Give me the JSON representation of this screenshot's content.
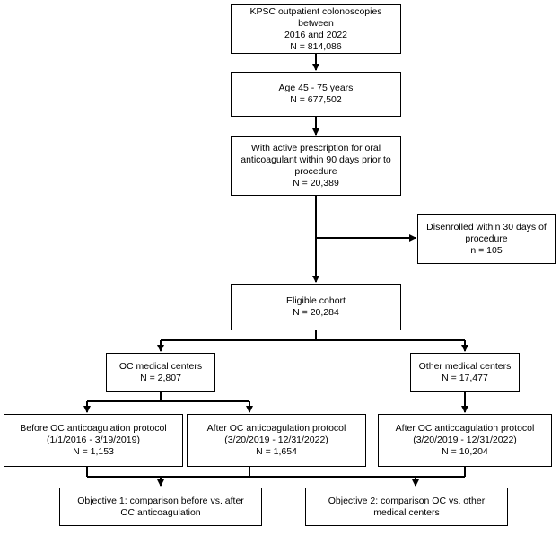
{
  "boxes": {
    "kpsc": {
      "line1": "KPSC outpatient colonoscopies between",
      "line2": "2016 and 2022",
      "n": "N = 814,086"
    },
    "age": {
      "line1": "Age 45 - 75 years",
      "n": "N = 677,502"
    },
    "rx": {
      "line1": "With active prescription for oral",
      "line2": "anticoagulant within 90 days prior to",
      "line3": "procedure",
      "n": "N = 20,389"
    },
    "disenrolled": {
      "line1": "Disenrolled within 30 days of",
      "line2": "procedure",
      "n": "n = 105"
    },
    "eligible": {
      "line1": "Eligible cohort",
      "n": "N = 20,284"
    },
    "oc": {
      "line1": "OC medical centers",
      "n": "N = 2,807"
    },
    "other": {
      "line1": "Other medical centers",
      "n": "N = 17,477"
    },
    "before": {
      "line1": "Before OC anticoagulation protocol",
      "line2": "(1/1/2016 - 3/19/2019)",
      "n": "N = 1,153"
    },
    "after_oc": {
      "line1": "After OC anticoagulation protocol",
      "line2": "(3/20/2019 - 12/31/2022)",
      "n": "N = 1,654"
    },
    "after_other": {
      "line1": "After OC anticoagulation protocol",
      "line2": "(3/20/2019 - 12/31/2022)",
      "n": "N = 10,204"
    },
    "obj1": {
      "line1": "Objective 1: comparison before vs. after",
      "line2": "OC anticoagulation"
    },
    "obj2": {
      "line1": "Objective 2: comparison OC vs. other",
      "line2": "medical centers"
    }
  }
}
